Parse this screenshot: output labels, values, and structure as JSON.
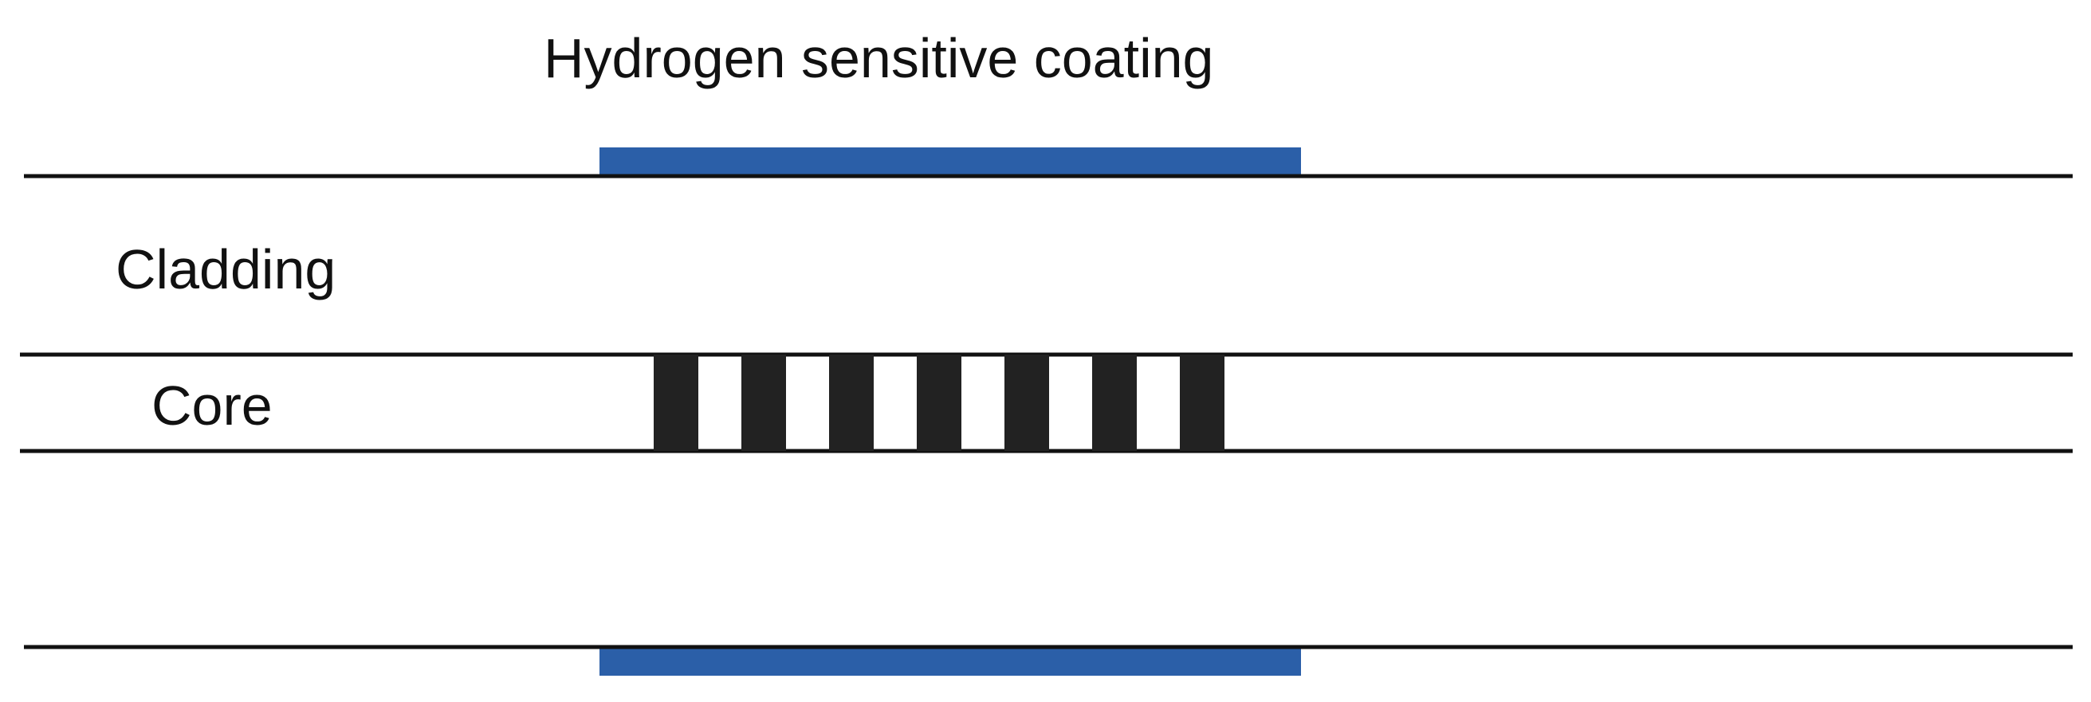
{
  "labels": {
    "coating": "Hydrogen sensitive coating",
    "cladding": "Cladding",
    "core": "Core"
  },
  "colors": {
    "coating": "#2b5fa8",
    "line": "#111111",
    "grating": "#222222",
    "background": "#ffffff"
  },
  "grating": {
    "bar_count": 7
  }
}
